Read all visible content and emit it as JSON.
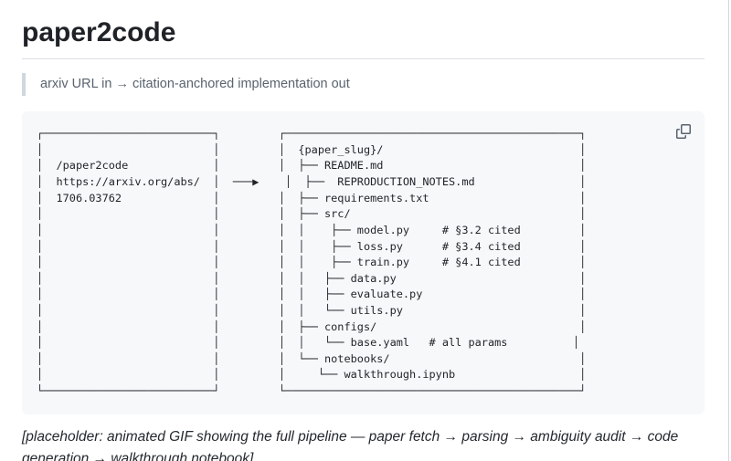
{
  "page": {
    "title": "paper2code",
    "tagline": "arxiv URL in → citation-anchored implementation out",
    "placeholder_caption": "[placeholder: animated GIF showing the full pipeline — paper fetch → parsing → ambiguity audit → code generation → walkthrough notebook]"
  },
  "icons": {
    "copy": "copy-icon"
  },
  "colors": {
    "code_background": "#f6f8fa",
    "muted_text": "#59636e",
    "divider": "#d8dee4",
    "blockquote_border": "#d0d7de",
    "page_border": "#d0d7de"
  },
  "diagram": {
    "input_box_lines": [
      "/paper2code",
      "https://arxiv.org/abs/",
      "1706.03762"
    ],
    "arrow": "───▶",
    "output_root": "{paper_slug}/",
    "output_entries": [
      {
        "path": "README.md",
        "comment": ""
      },
      {
        "path": "REPRODUCTION_NOTES.md",
        "comment": ""
      },
      {
        "path": "requirements.txt",
        "comment": ""
      },
      {
        "path": "src/model.py",
        "comment": "# §3.2 cited"
      },
      {
        "path": "src/loss.py",
        "comment": "# §3.4 cited"
      },
      {
        "path": "src/train.py",
        "comment": "# §4.1 cited"
      },
      {
        "path": "src/data.py",
        "comment": ""
      },
      {
        "path": "src/evaluate.py",
        "comment": ""
      },
      {
        "path": "src/utils.py",
        "comment": ""
      },
      {
        "path": "configs/base.yaml",
        "comment": "# all params"
      },
      {
        "path": "notebooks/walkthrough.ipynb",
        "comment": ""
      }
    ]
  },
  "code_block": {
    "ascii_lines": [
      "┌──────────────────────────┐         ┌─────────────────────────────────────────────┐",
      "│                          │         │  {paper_slug}/                              │",
      "│  /paper2code             │         │  ├── README.md                              │",
      "│  https://arxiv.org/abs/  │  ───▶    │  ├──  REPRODUCTION_NOTES.md                │",
      "│  1706.03762              │         │  ├── requirements.txt                       │",
      "│                          │         │  ├── src/                                   │",
      "│                          │         │  │    ├── model.py     # §3.2 cited         │",
      "│                          │         │  │    ├── loss.py      # §3.4 cited         │",
      "│                          │         │  │    ├── train.py     # §4.1 cited         │",
      "│                          │         │  │   ├── data.py                            │",
      "│                          │         │  │   ├── evaluate.py                        │",
      "│                          │         │  │   └── utils.py                           │",
      "│                          │         │  ├── configs/                               │",
      "│                          │         │  │   └── base.yaml   # all params          │",
      "│                          │         │  └── notebooks/                             │",
      "│                          │         │     └── walkthrough.ipynb                   │",
      "└──────────────────────────┘         └─────────────────────────────────────────────┘"
    ]
  }
}
